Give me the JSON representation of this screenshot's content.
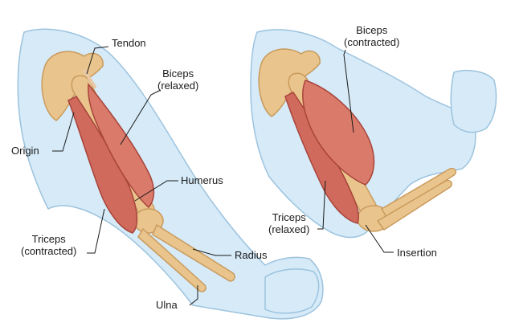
{
  "colors": {
    "skin": "#d6eaf8",
    "skin_outline": "#9cc3de",
    "bone": "#e9c58d",
    "bone_shadow": "#c99a5c",
    "muscle": "#cf6a5c",
    "muscle_dark": "#a8443a",
    "tendon": "#e8c7a6",
    "leader_line": "#1a1a1a"
  },
  "left_arm": {
    "labels": {
      "tendon": "Tendon",
      "biceps_line1": "Biceps",
      "biceps_line2": "(relaxed)",
      "origin": "Origin",
      "humerus": "Humerus",
      "triceps_line1": "Triceps",
      "triceps_line2": "(contracted)",
      "radius": "Radius",
      "ulna": "Ulna"
    }
  },
  "right_arm": {
    "labels": {
      "biceps_line1": "Biceps",
      "biceps_line2": "(contracted)",
      "triceps_line1": "Triceps",
      "triceps_line2": "(relaxed)",
      "insertion": "Insertion"
    }
  }
}
